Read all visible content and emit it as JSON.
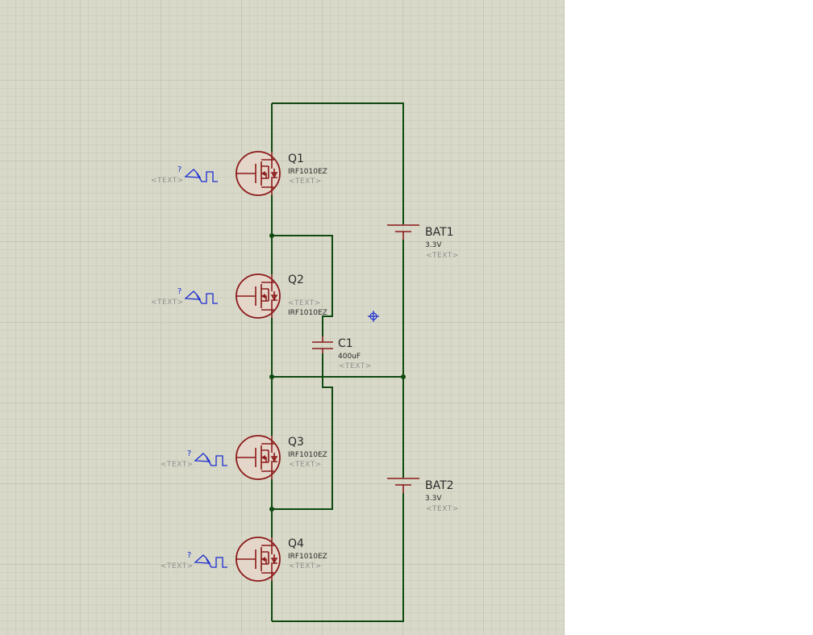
{
  "components": {
    "q1": {
      "ref": "Q1",
      "value": "IRF1010EZ",
      "text": "<TEXT>"
    },
    "q2": {
      "ref": "Q2",
      "value": "IRF1010EZ",
      "text": "<TEXT>"
    },
    "q3": {
      "ref": "Q3",
      "value": "IRF1010EZ",
      "text": "<TEXT>"
    },
    "q4": {
      "ref": "Q4",
      "value": "IRF1010EZ",
      "text": "<TEXT>"
    },
    "bat1": {
      "ref": "BAT1",
      "value": "3.3V",
      "text": "<TEXT>"
    },
    "bat2": {
      "ref": "BAT2",
      "value": "3.3V",
      "text": "<TEXT>"
    },
    "c1": {
      "ref": "C1",
      "value": "400uF",
      "text": "<TEXT>"
    }
  },
  "generators": {
    "g1": {
      "mark": "?",
      "text": "<TEXT>"
    },
    "g2": {
      "mark": "?",
      "text": "<TEXT>"
    },
    "g3": {
      "mark": "?",
      "text": "<TEXT>"
    },
    "g4": {
      "mark": "?",
      "text": "<TEXT>"
    }
  },
  "colors": {
    "sheet": "#d9d9c9",
    "grid": "#bfc1b1",
    "wire": "#0f4a10",
    "device": "#8b1a1a",
    "generator": "#1a2bd0",
    "label": "#2a2a2a",
    "placeholder": "#8f8f8f"
  }
}
